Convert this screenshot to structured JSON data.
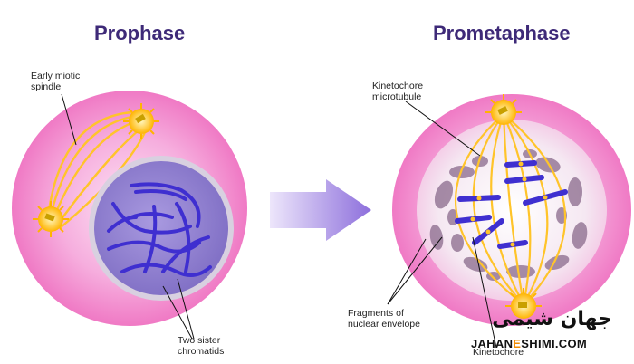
{
  "titles": {
    "left": "Prophase",
    "right": "Prometaphase"
  },
  "labels": {
    "spindle_line1": "Early miotic",
    "spindle_line2": "spindle",
    "chromatids_line1": "Two sister",
    "chromatids_line2": "chromatids",
    "kinetochore_mt_line1": "Kinetochore",
    "kinetochore_mt_line2": "microtubule",
    "fragments_line1": "Fragments of",
    "fragments_line2": "nuclear envelope",
    "kinetochore": "Kinetochore"
  },
  "watermark": {
    "persian": "جهان شیمی",
    "latin_a": "JAHAN",
    "latin_e": "E",
    "latin_b": "SHIMI.COM"
  },
  "colors": {
    "cell": "#f07cc4",
    "cell_inner": "#f9c8e8",
    "nucleus": "#8f7fce",
    "nucleus_rim": "#c8c0d8",
    "chromatin": "#4a3ad0",
    "spindle": "#ffc42a",
    "arrow": "#9b7ee0",
    "title": "#3e2a78"
  }
}
